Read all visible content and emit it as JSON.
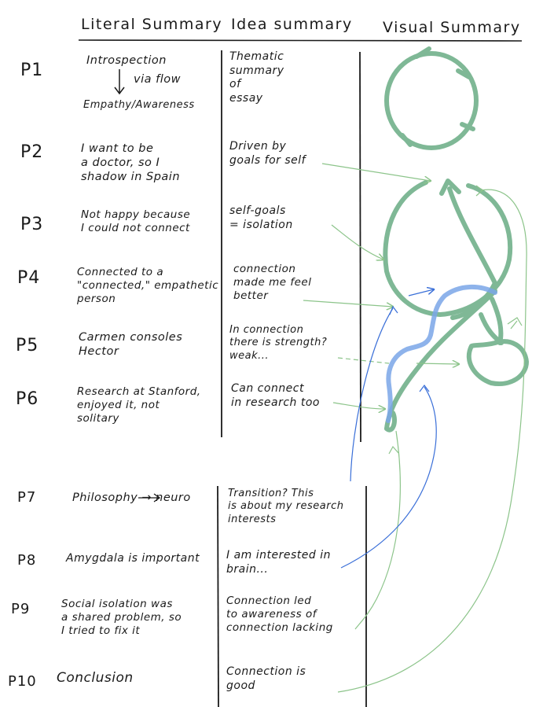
{
  "headers": {
    "literal": "Literal Summary",
    "idea": "Idea summary",
    "visual": "Visual Summary"
  },
  "rows": [
    {
      "label": "P1",
      "literal": "Introspection",
      "literal_sub": "via flow",
      "literal_2": "Empathy/Awareness",
      "idea": "Thematic\nsummary\n of\n essay"
    },
    {
      "label": "P2",
      "literal": "I want to be\na doctor, so I\nshadow in Spain",
      "idea": "Driven by\ngoals for self"
    },
    {
      "label": "P3",
      "literal": "Not happy because\nI could not connect",
      "idea": "self-goals\n = isolation"
    },
    {
      "label": "P4",
      "literal": "Connected to a\n\"connected,\" empathetic\nperson",
      "idea": "connection\nmade me feel\nbetter"
    },
    {
      "label": "P5",
      "literal": "Carmen consoles\nHector",
      "idea": "In connection\nthere is strength?\nweak..."
    },
    {
      "label": "P6",
      "literal": "Research at Stanford,\nenjoyed it, not\nsolitary",
      "idea": "Can connect\nin research too"
    },
    {
      "label": "P7",
      "literal": "Philosophy → neuro",
      "idea": "Transition? This\nis about my research\ninterests"
    },
    {
      "label": "P8",
      "literal": "Amygdala is important",
      "idea": "I am interested in\nbrain..."
    },
    {
      "label": "P9",
      "literal": "Social isolation was\na shared problem, so\nI tried to fix it",
      "idea": "Connection led\nto awareness of\nconnection lacking"
    },
    {
      "label": "P10",
      "literal": "Conclusion",
      "idea": "Connection is\ngood"
    }
  ],
  "colors": {
    "ink": "#1a1a1a",
    "green": "#7fb896",
    "green_thin": "#8cc48a",
    "blue": "#7aa6e8",
    "blue_thin": "#3a6fd8"
  }
}
